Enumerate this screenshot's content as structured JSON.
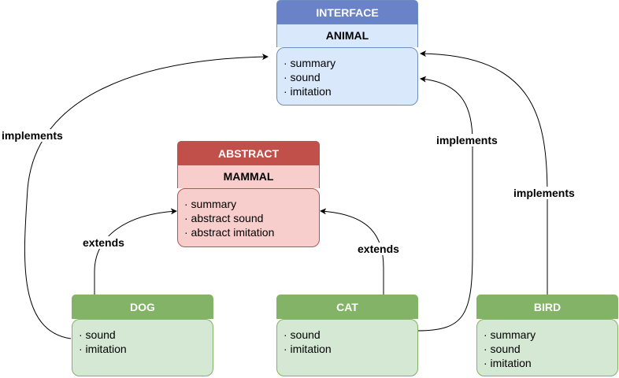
{
  "interface": {
    "stereotype": "INTERFACE",
    "name": "ANIMAL",
    "members": [
      "· summary",
      "· sound",
      "· imitation"
    ]
  },
  "abstract": {
    "stereotype": "ABSTRACT",
    "name": "MAMMAL",
    "members": [
      "· summary",
      "· abstract sound",
      "· abstract imitation"
    ]
  },
  "dog": {
    "name": "DOG",
    "members": [
      "· sound",
      "· imitation"
    ]
  },
  "cat": {
    "name": "CAT",
    "members": [
      "· sound",
      "· imitation"
    ]
  },
  "bird": {
    "name": "BIRD",
    "members": [
      "· summary",
      "· sound",
      "· imitation"
    ]
  },
  "edges": {
    "dog_implements": "implements",
    "cat_implements": "implements",
    "bird_implements": "implements",
    "dog_extends": "extends",
    "cat_extends": "extends"
  },
  "colors": {
    "interface_header": "#6a82c8",
    "interface_fill": "#dae8fc",
    "abstract_header": "#c1504a",
    "abstract_fill": "#f8cecc",
    "concrete_header": "#82b366",
    "concrete_fill": "#d5e8d4"
  }
}
